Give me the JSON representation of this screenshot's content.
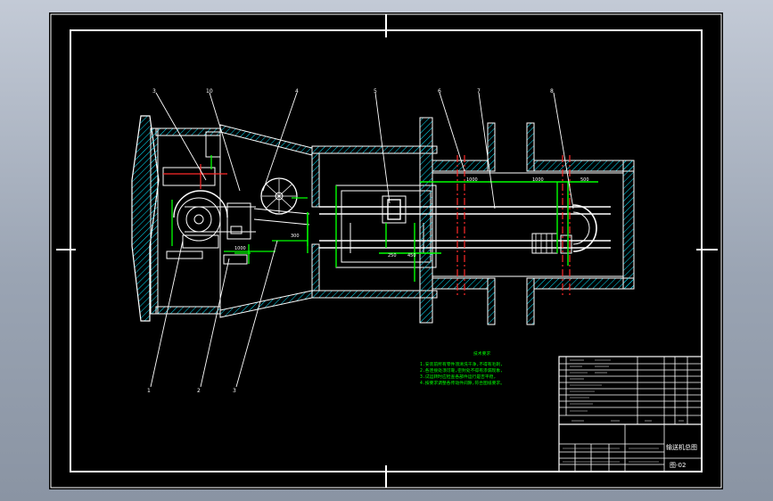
{
  "drawing": {
    "callouts_top": [
      "3",
      "10",
      "4",
      "5",
      "6",
      "7",
      "8"
    ],
    "callouts_bottom": [
      "1",
      "2",
      "3"
    ],
    "dimensions": [
      "500",
      "1000",
      "1000",
      "1000",
      "300",
      "250",
      "450"
    ],
    "notes_title": "技术要求",
    "notes_lines": [
      "1.安装前所有零件须清洗干净,不得有毛刺,",
      "2.各连接处须可靠,密封处不得有渗漏现象,",
      "3.试运转时应检查各部件运行是否平稳,",
      "4.按要求调整各传动件间隙,符合图纸要求。"
    ],
    "title_block": {
      "drawing_name": "输送机总图",
      "drawing_no": "图-02"
    }
  },
  "colors": {
    "linework": "#ffffff",
    "dims": "#00ff00",
    "centerline": "#ff2a2a",
    "hatch": "#00e5ff",
    "sheet": "#000000"
  }
}
